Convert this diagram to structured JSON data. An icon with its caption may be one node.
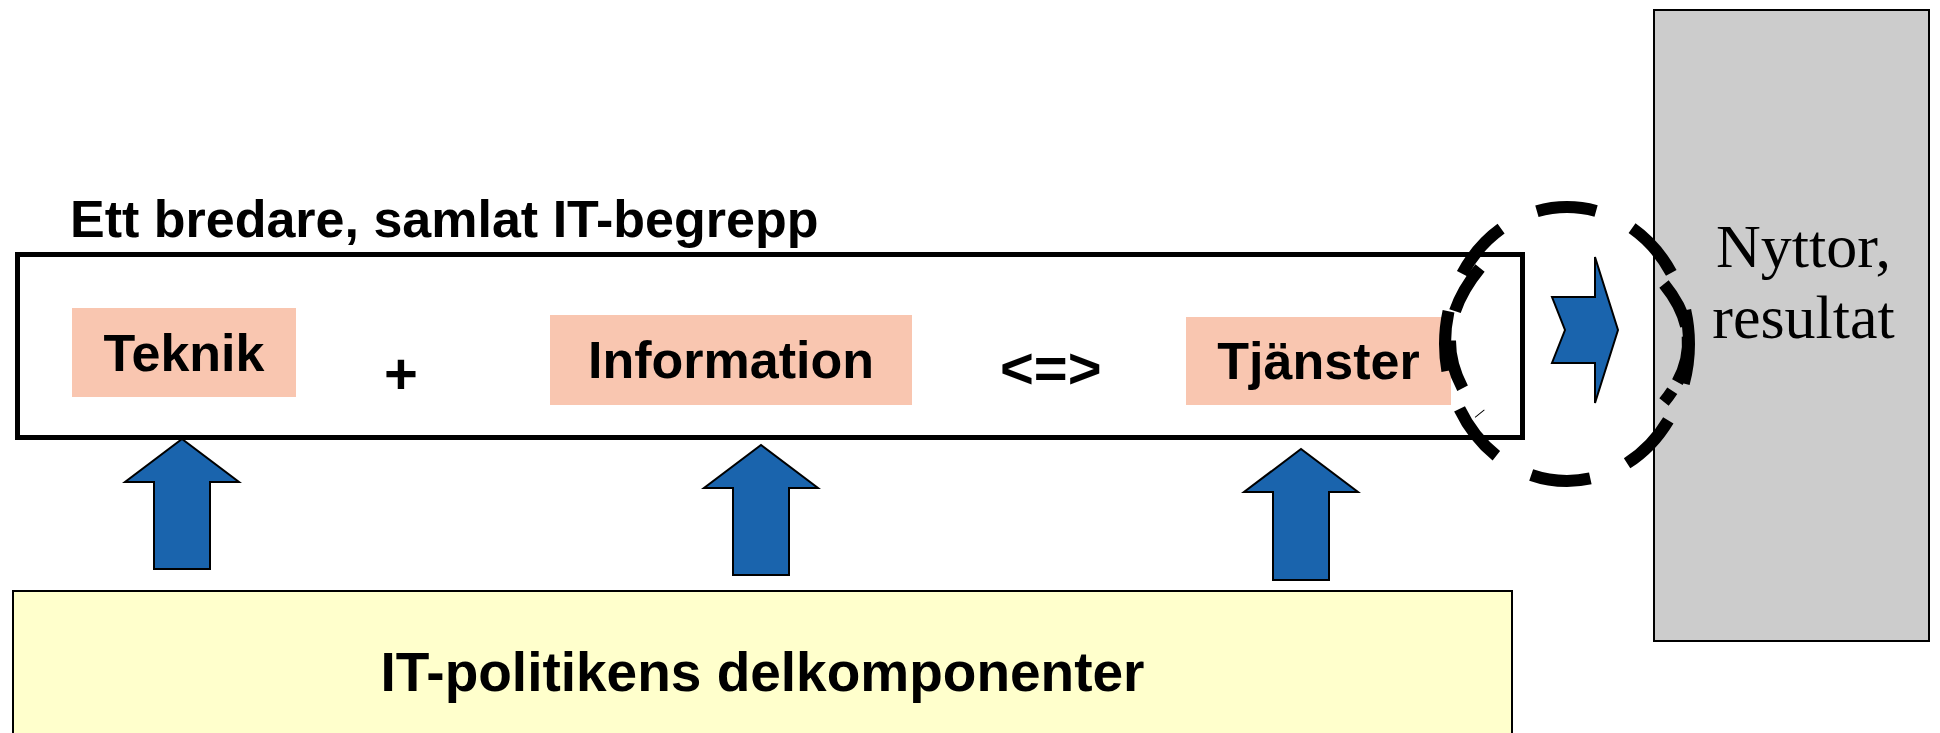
{
  "diagram": {
    "nodes": [
      {
        "text": [
          "Ett bredare, samlat IT-begrepp"
        ]
      },
      {
        "text": [
          "Teknik"
        ],
        "in": 0
      },
      {
        "text": [
          "Information"
        ],
        "in": 0
      },
      {
        "text": [
          "Tjänster"
        ],
        "in": 0
      },
      {
        "text": [
          "IT-politikens delkomponenter"
        ]
      },
      {
        "text": [
          "Nyttor, resultat"
        ]
      }
    ],
    "edges": [
      {
        "from": 4,
        "to": 1,
        "arrow": "to",
        "style": "thick"
      },
      {
        "from": 4,
        "to": 2,
        "arrow": "to",
        "style": "thick"
      },
      {
        "from": 4,
        "to": 3,
        "arrow": "to",
        "style": "thick"
      },
      {
        "from": 0,
        "to": 5,
        "arrow": "to",
        "style": "thick"
      }
    ],
    "labels": [
      "+",
      "<=>"
    ]
  }
}
